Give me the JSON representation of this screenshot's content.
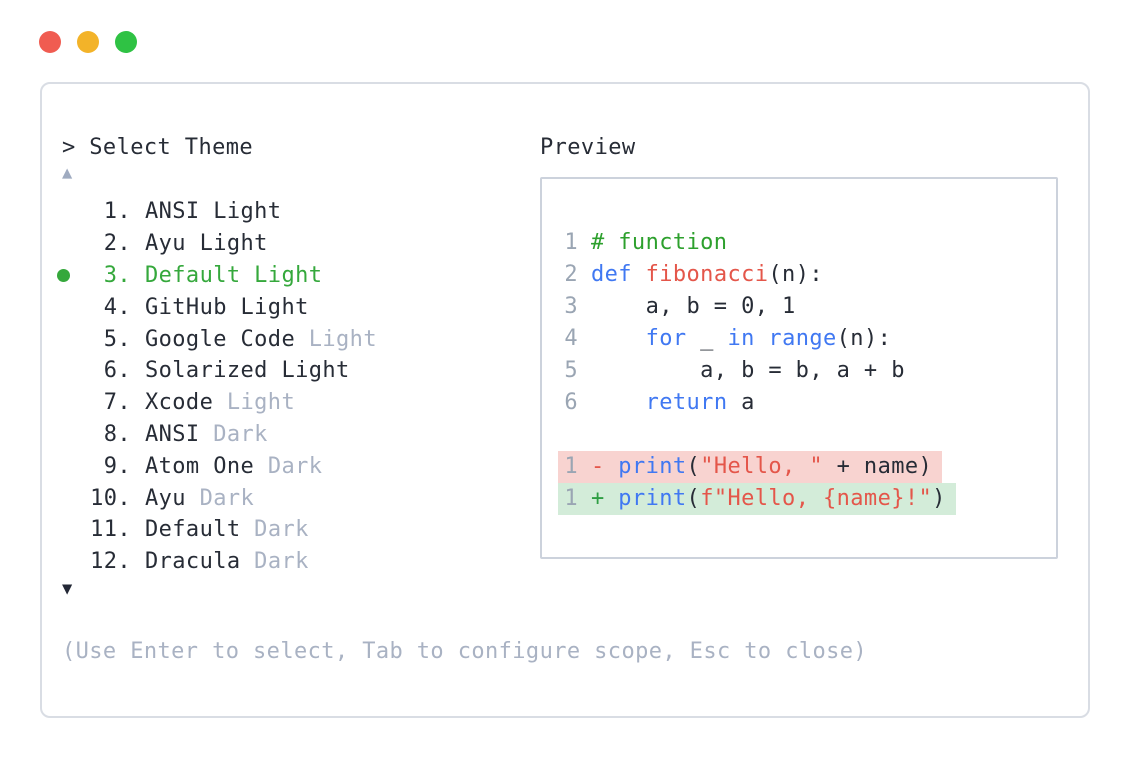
{
  "window": {
    "traffic_lights": [
      "close",
      "minimize",
      "zoom"
    ]
  },
  "theme_picker": {
    "prompt": "> Select Theme",
    "scroll_up_icon": "▲",
    "scroll_down_icon": "▼",
    "items": [
      {
        "num": "1.",
        "name": "ANSI Light",
        "suffix": "",
        "selected": false
      },
      {
        "num": "2.",
        "name": "Ayu Light",
        "suffix": "",
        "selected": false
      },
      {
        "num": "3.",
        "name": "Default Light",
        "suffix": "",
        "selected": true
      },
      {
        "num": "4.",
        "name": "GitHub Light",
        "suffix": "",
        "selected": false
      },
      {
        "num": "5.",
        "name": "Google Code",
        "suffix": "Light",
        "selected": false
      },
      {
        "num": "6.",
        "name": "Solarized Light",
        "suffix": "",
        "selected": false
      },
      {
        "num": "7.",
        "name": "Xcode",
        "suffix": "Light",
        "selected": false
      },
      {
        "num": "8.",
        "name": "ANSI",
        "suffix": "Dark",
        "selected": false
      },
      {
        "num": "9.",
        "name": "Atom One",
        "suffix": "Dark",
        "selected": false
      },
      {
        "num": "10.",
        "name": "Ayu",
        "suffix": "Dark",
        "selected": false
      },
      {
        "num": "11.",
        "name": "Default",
        "suffix": "Dark",
        "selected": false
      },
      {
        "num": "12.",
        "name": "Dracula",
        "suffix": "Dark",
        "selected": false
      }
    ],
    "hint": "(Use Enter to select, Tab to configure scope, Esc to close)"
  },
  "preview": {
    "label": "Preview",
    "code_lines": [
      {
        "num": "1",
        "segments": [
          {
            "t": "# function",
            "s": "comment"
          }
        ]
      },
      {
        "num": "2",
        "segments": [
          {
            "t": "def",
            "s": "keyword"
          },
          {
            "t": " ",
            "s": "plain"
          },
          {
            "t": "fibonacci",
            "s": "func"
          },
          {
            "t": "(n):",
            "s": "plain"
          }
        ]
      },
      {
        "num": "3",
        "segments": [
          {
            "t": "    a, b = 0, 1",
            "s": "plain"
          }
        ]
      },
      {
        "num": "4",
        "segments": [
          {
            "t": "    ",
            "s": "plain"
          },
          {
            "t": "for",
            "s": "keyword"
          },
          {
            "t": " _ ",
            "s": "plain"
          },
          {
            "t": "in",
            "s": "keyword"
          },
          {
            "t": " ",
            "s": "plain"
          },
          {
            "t": "range",
            "s": "keyword"
          },
          {
            "t": "(n):",
            "s": "plain"
          }
        ]
      },
      {
        "num": "5",
        "segments": [
          {
            "t": "        a, b = b, a + b",
            "s": "plain"
          }
        ]
      },
      {
        "num": "6",
        "segments": [
          {
            "t": "    ",
            "s": "plain"
          },
          {
            "t": "return",
            "s": "keyword"
          },
          {
            "t": " a",
            "s": "plain"
          }
        ]
      }
    ],
    "diff_lines": [
      {
        "num": "1",
        "kind": "del",
        "segments": [
          {
            "t": "- ",
            "s": "del-sign"
          },
          {
            "t": "print",
            "s": "keyword"
          },
          {
            "t": "(",
            "s": "plain"
          },
          {
            "t": "\"Hello, \"",
            "s": "string"
          },
          {
            "t": " + name)",
            "s": "plain"
          }
        ]
      },
      {
        "num": "1",
        "kind": "add",
        "segments": [
          {
            "t": "+ ",
            "s": "add-sign"
          },
          {
            "t": "print",
            "s": "keyword"
          },
          {
            "t": "(",
            "s": "plain"
          },
          {
            "t": "f\"Hello, {name}!\"",
            "s": "string"
          },
          {
            "t": ")",
            "s": "plain"
          }
        ]
      }
    ]
  },
  "colors": {
    "text-dark": "#272c36",
    "text-gray": "#a9b2c3",
    "ln-gray": "#9aa5b3",
    "green-sel": "#35a83c",
    "green-comment": "#2da02d",
    "green-plus": "#2f9e44",
    "blue-kw": "#4078f2",
    "red": "#e4564a",
    "bg-del": "#f8d3d0",
    "bg-add": "#d3ecd9",
    "panel-border": "#d9dde4",
    "preview-border": "#ccd2dc",
    "tl-red": "#f05c51",
    "tl-yellow": "#f3b329",
    "tl-green": "#2fc244",
    "arrow-up": "#9fabc0",
    "arrow-down": "#232836"
  }
}
